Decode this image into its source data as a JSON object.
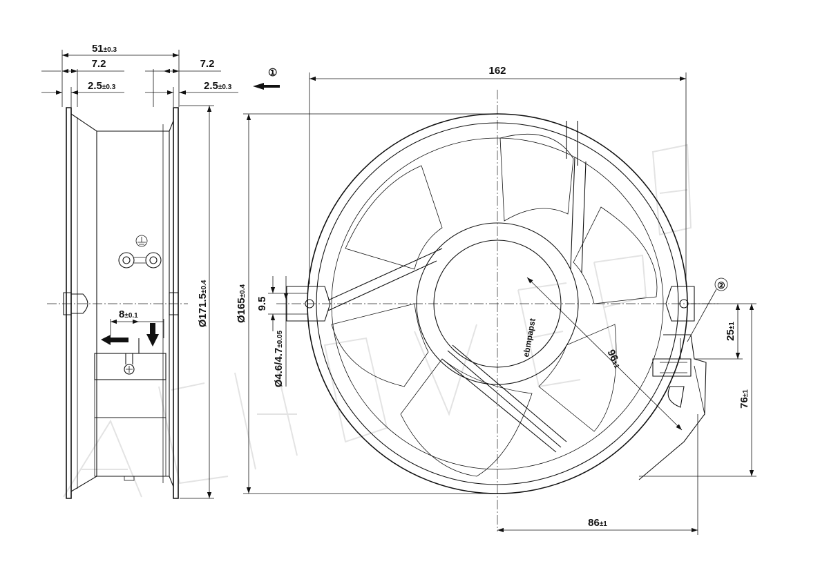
{
  "side_view": {
    "overall_width": {
      "value": "51",
      "tol": "±0.3"
    },
    "left_flange": "7.2",
    "right_flange": "7.2",
    "left_lip": {
      "value": "2.5",
      "tol": "±0.3"
    },
    "right_lip": {
      "value": "2.5",
      "tol": "±0.3"
    },
    "outer_diameter": {
      "value": "Ø171.5",
      "tol": "±0.4"
    },
    "connector_offset": {
      "value": "8",
      "tol": "±0.1"
    }
  },
  "front_view": {
    "callout_1": "①",
    "callout_2": "②",
    "mount_span": "162",
    "frame_diameter": {
      "value": "Ø165",
      "tol": "±0.4"
    },
    "slot_height": "9.5",
    "hole_diameter": {
      "value": "Ø4.6/4.7",
      "tol": "±0.05"
    },
    "radius": {
      "value": "96",
      "tol": "±1"
    },
    "horizontal_offset": {
      "value": "86",
      "tol": "±1"
    },
    "box_offset_small": {
      "value": "25",
      "tol": "±1"
    },
    "box_offset_large": {
      "value": "76",
      "tol": "±1"
    },
    "hub_label": "ebmpapst"
  },
  "colors": {
    "line": "#111111",
    "watermark": "#e3e3e3",
    "background": "#ffffff"
  }
}
